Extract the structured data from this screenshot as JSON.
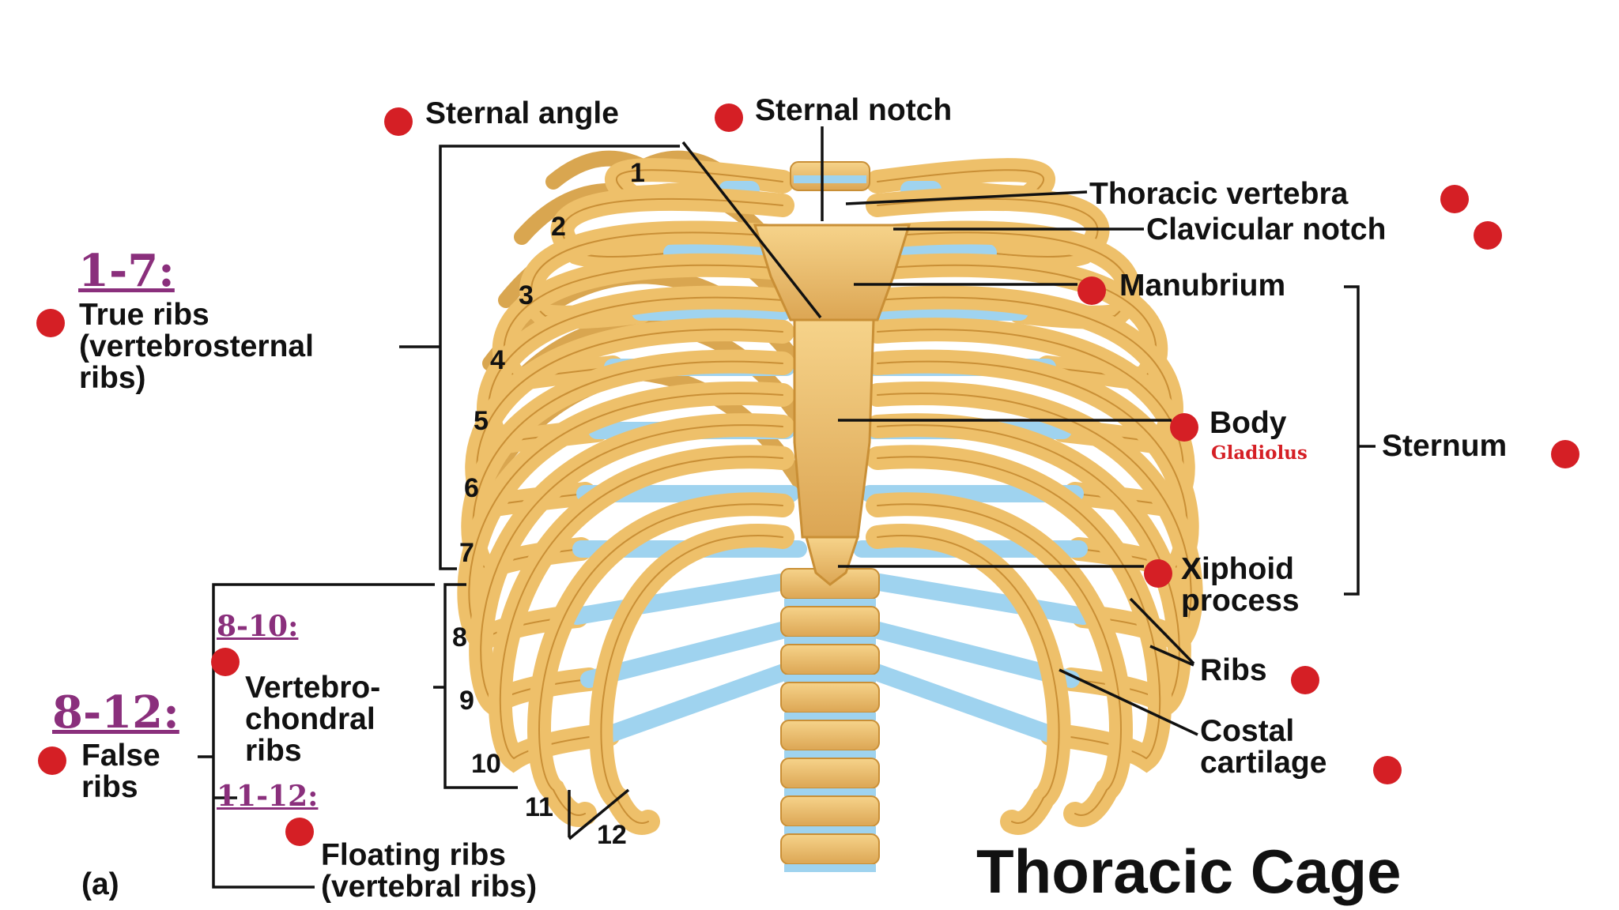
{
  "title": "Thoracic Cage",
  "panel_label": "(a)",
  "labels": {
    "sternal_angle": "Sternal angle",
    "sternal_notch": "Sternal notch",
    "thoracic_vertebra": "Thoracic vertebra",
    "clavicular_notch": "Clavicular notch",
    "manubrium": "Manubrium",
    "body": "Body",
    "gladiolus": "Gladiolus",
    "sternum": "Sternum",
    "xiphoid_process": "Xiphoid\nprocess",
    "ribs": "Ribs",
    "costal_cartilage": "Costal\ncartilage",
    "true_ribs": "True ribs\n(vertebrosternal\nribs)",
    "false_ribs": "False\nribs",
    "vertebrochondral_ribs": "Vertebro-\nchondral\nribs",
    "floating_ribs": "Floating ribs\n(vertebral ribs)"
  },
  "groups": {
    "true_range": "1-7:",
    "false_range": "8-12:",
    "vertebrochondral_range": "8-10:",
    "floating_range": "11-12:"
  },
  "rib_numbers": [
    "1",
    "2",
    "3",
    "4",
    "5",
    "6",
    "7",
    "8",
    "9",
    "10",
    "11",
    "12"
  ],
  "colors": {
    "bone": "#eec06a",
    "bone_shade": "#c98f36",
    "cartilage": "#9fd3ef",
    "marker": "#d51f25",
    "group_text": "#8a2f7c",
    "line": "#111111"
  }
}
